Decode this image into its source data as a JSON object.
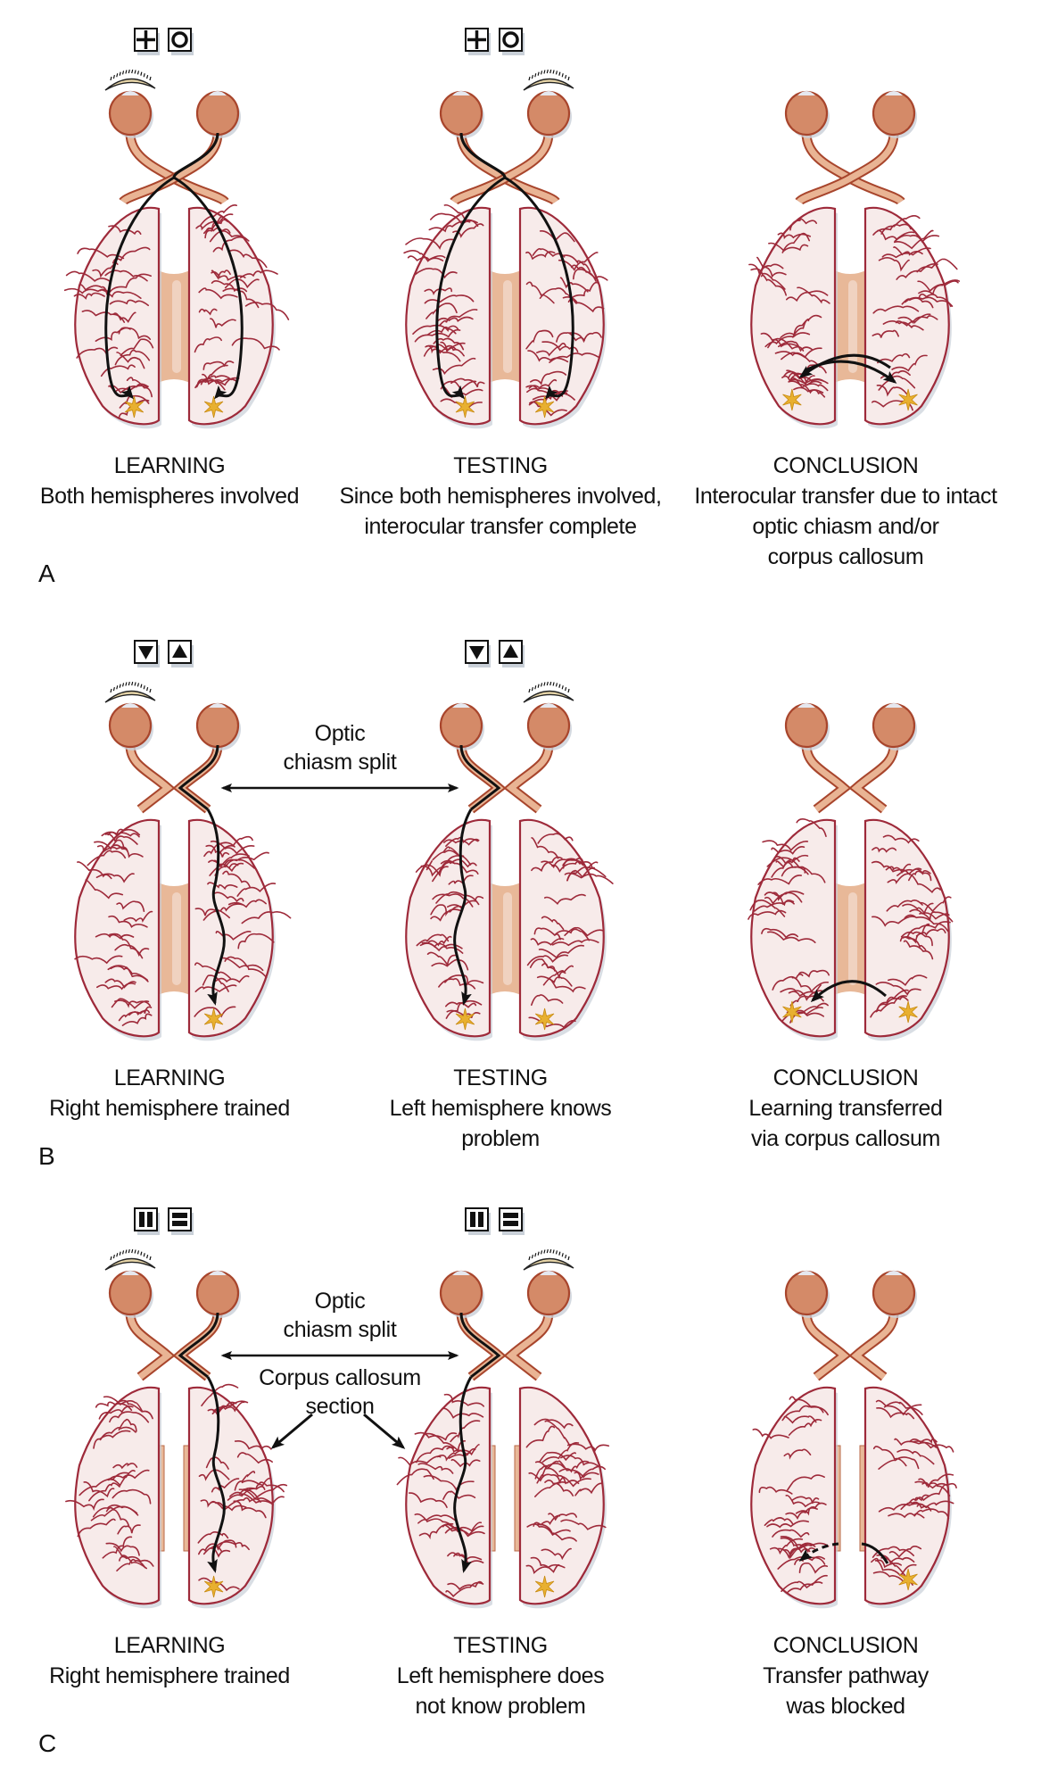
{
  "figure": {
    "colors": {
      "eye_fill": "#d48a68",
      "eye_outline": "#a8452c",
      "cornea": "#e6e8ef",
      "nerve_fill": "#e9b494",
      "brain_fill": "#f7ebea",
      "brain_outline": "#9e2a3a",
      "callosum": "#e8b898",
      "star": "#e8b030",
      "pathway": "#111111",
      "shadow": "#c9d0d8"
    },
    "sections": [
      {
        "letter": "A",
        "chiasm": "intact",
        "callosum": "intact",
        "symbols": [
          "cross-square",
          "circle"
        ],
        "panels": [
          {
            "label": "LEARNING",
            "caption": [
              "Both hemispheres involved"
            ],
            "eyebrow": "left",
            "trained_eye": "right",
            "pathway": "both-crossed",
            "stars": [
              "left",
              "right"
            ]
          },
          {
            "label": "TESTING",
            "caption": [
              "Since both hemispheres involved,",
              "interocular transfer complete"
            ],
            "eyebrow": "right",
            "trained_eye": "left",
            "pathway": "both-crossed",
            "stars": [
              "left",
              "right"
            ]
          },
          {
            "label": "CONCLUSION",
            "caption": [
              "Interocular transfer due to intact",
              "optic chiasm and/or",
              "corpus callosum"
            ],
            "eyebrow": "none",
            "pathway": "bidirectional-transfer",
            "stars": [
              "left",
              "right"
            ]
          }
        ]
      },
      {
        "letter": "B",
        "chiasm": "split",
        "callosum": "intact",
        "symbols": [
          "triangle-down",
          "triangle-up"
        ],
        "annotations": {
          "chiasm": [
            "Optic",
            "chiasm split"
          ]
        },
        "panels": [
          {
            "label": "LEARNING",
            "caption": [
              "Right hemisphere trained"
            ],
            "eyebrow": "left",
            "trained_eye": "right",
            "pathway": "ipsilateral-right",
            "stars": [
              "right"
            ]
          },
          {
            "label": "TESTING",
            "caption": [
              "Left hemisphere knows",
              "problem"
            ],
            "eyebrow": "right",
            "trained_eye": "left",
            "pathway": "ipsilateral-left",
            "stars": [
              "left",
              "right"
            ]
          },
          {
            "label": "CONCLUSION",
            "caption": [
              "Learning transferred",
              "via corpus callosum"
            ],
            "eyebrow": "none",
            "pathway": "transfer-right-to-left",
            "stars": [
              "left",
              "right"
            ]
          }
        ]
      },
      {
        "letter": "C",
        "chiasm": "split",
        "callosum": "sectioned",
        "symbols": [
          "vertical-bars",
          "horizontal-bars"
        ],
        "annotations": {
          "chiasm": [
            "Optic",
            "chiasm split"
          ],
          "callosum": [
            "Corpus callosum",
            "section"
          ]
        },
        "panels": [
          {
            "label": "LEARNING",
            "caption": [
              "Right hemisphere trained"
            ],
            "eyebrow": "left",
            "trained_eye": "right",
            "pathway": "ipsilateral-right",
            "stars": [
              "right"
            ]
          },
          {
            "label": "TESTING",
            "caption": [
              "Left hemisphere does",
              "not know problem"
            ],
            "eyebrow": "right",
            "trained_eye": "left",
            "pathway": "ipsilateral-left",
            "stars": [
              "right"
            ]
          },
          {
            "label": "CONCLUSION",
            "caption": [
              "Transfer pathway",
              "was blocked"
            ],
            "eyebrow": "none",
            "pathway": "blocked-transfer",
            "stars": [
              "right"
            ]
          }
        ]
      }
    ]
  }
}
